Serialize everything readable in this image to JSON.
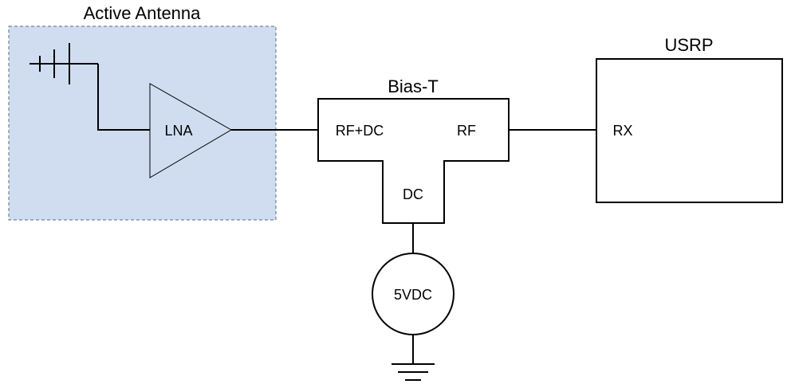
{
  "colors": {
    "active_antenna_fill": "#d0ddf0",
    "active_antenna_border": "#5a6a80",
    "line": "#000000",
    "background": "#ffffff"
  },
  "active_antenna": {
    "title": "Active Antenna",
    "amplifier_label": "LNA",
    "icon": "antenna-icon"
  },
  "bias_tee": {
    "title": "Bias-T",
    "port_in": "RF+DC",
    "port_out": "RF",
    "port_dc": "DC"
  },
  "usrp": {
    "title": "USRP",
    "port": "RX"
  },
  "supply": {
    "label": "5VDC",
    "icon": "ground-icon"
  }
}
